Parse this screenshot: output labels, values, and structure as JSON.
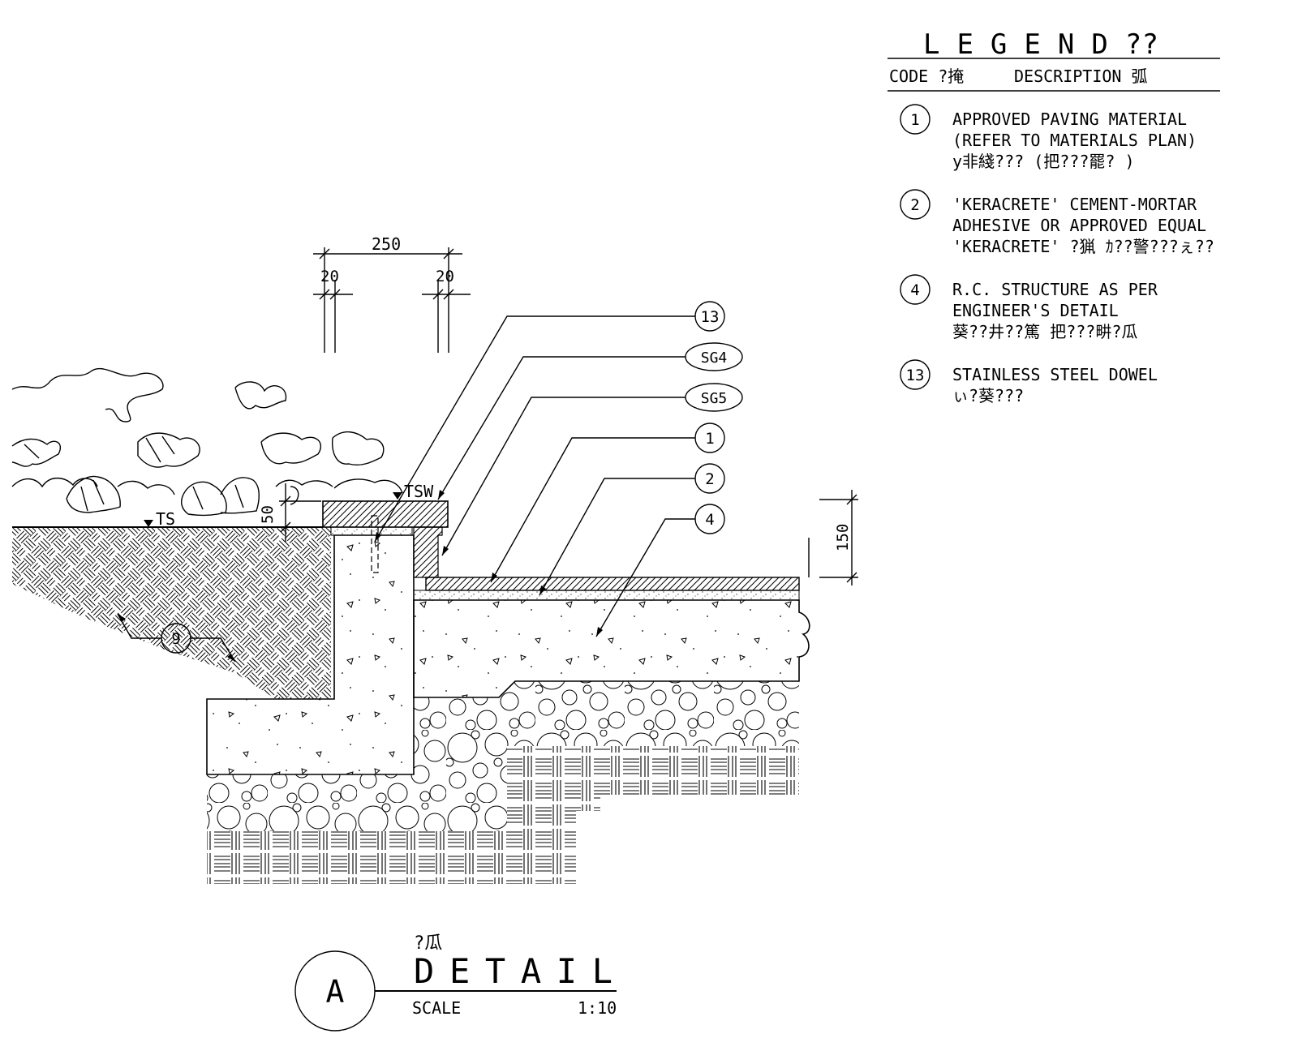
{
  "legend": {
    "title": "L E G E N D  ??",
    "code_header": "CODE ?掩",
    "desc_header": "DESCRIPTION  弧",
    "items": [
      {
        "code": "1",
        "lines": [
          "APPROVED PAVING MATERIAL",
          "(REFER TO MATERIALS PLAN)",
          "у非綫???   (把???罷?  )"
        ]
      },
      {
        "code": "2",
        "lines": [
          "'KERACRETE' CEMENT-MORTAR",
          "ADHESIVE OR APPROVED EQUAL",
          "'KERACRETE' ?猟 ｶ??警???ぇ??"
        ]
      },
      {
        "code": "4",
        "lines": [
          "R.C. STRUCTURE AS PER",
          "ENGINEER'S DETAIL",
          "葵??井??篤   把???畊?瓜"
        ]
      },
      {
        "code": "13",
        "lines": [
          "STAINLESS STEEL DOWEL",
          "ぃ?葵???"
        ]
      }
    ]
  },
  "dimensions": {
    "overall": "250",
    "left_inset": "20",
    "right_inset": "20",
    "step_height": "50",
    "side_height": "150"
  },
  "levels": {
    "soil": "TS",
    "wall": "TSW"
  },
  "callouts": {
    "dowel": "13",
    "sg4": "SG4",
    "sg5": "SG5",
    "paving": "1",
    "mortar": "2",
    "structure": "4",
    "soil": "9"
  },
  "title_block": {
    "chinese_title": "?瓜",
    "letter": "A",
    "title": "D E T A I L",
    "scale_label": "SCALE",
    "scale_value": "1:10"
  }
}
